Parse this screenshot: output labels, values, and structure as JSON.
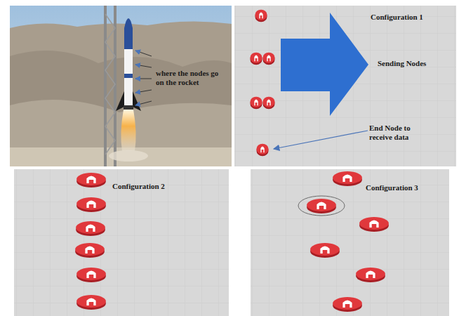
{
  "diagram": {
    "nodes": [
      {
        "text": [
          "where the nodes go on the rocket"
        ]
      },
      {
        "text": [
          "Configuration 1",
          "Sending Nodes",
          "End Node to receive data"
        ]
      },
      {
        "text": [
          "Configuration 2"
        ]
      },
      {
        "text": [
          "Configuration 3"
        ]
      }
    ]
  }
}
